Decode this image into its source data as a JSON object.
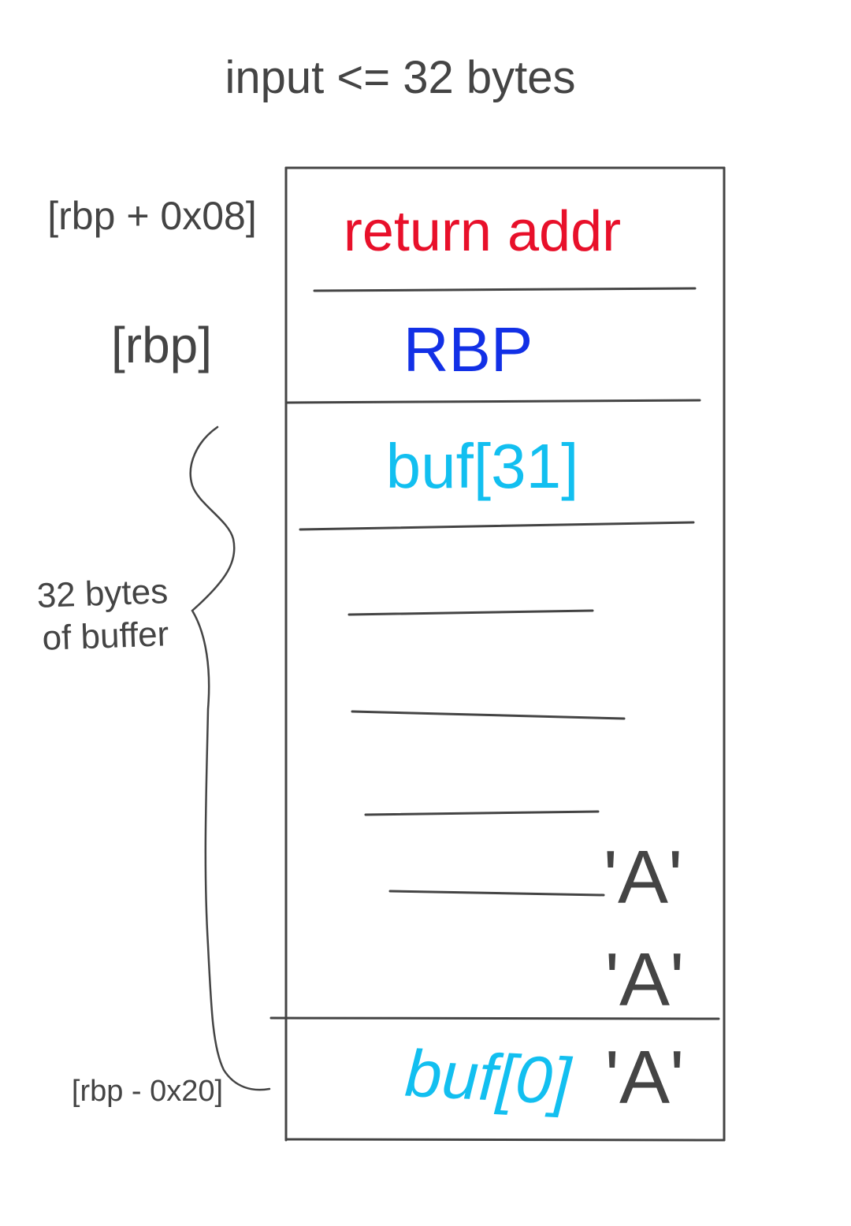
{
  "title": "input <= 32 bytes",
  "side_labels": {
    "return_offset": "[rbp + 0x08]",
    "rbp_offset": "[rbp]",
    "buffer_size_line1": "32 bytes",
    "buffer_size_line2": "of buffer",
    "buffer_start_offset": "[rbp - 0x20]"
  },
  "cells": {
    "return_addr": "return addr",
    "saved_rbp": "RBP",
    "buf_last": "buf[31]",
    "buf_first": "buf[0]"
  },
  "input_chars": [
    "'A'",
    "'A'",
    "'A'"
  ],
  "colors": {
    "ink": "#444444",
    "return_addr": "#e8102a",
    "saved_rbp": "#1230e6",
    "buffer": "#12bff0"
  }
}
